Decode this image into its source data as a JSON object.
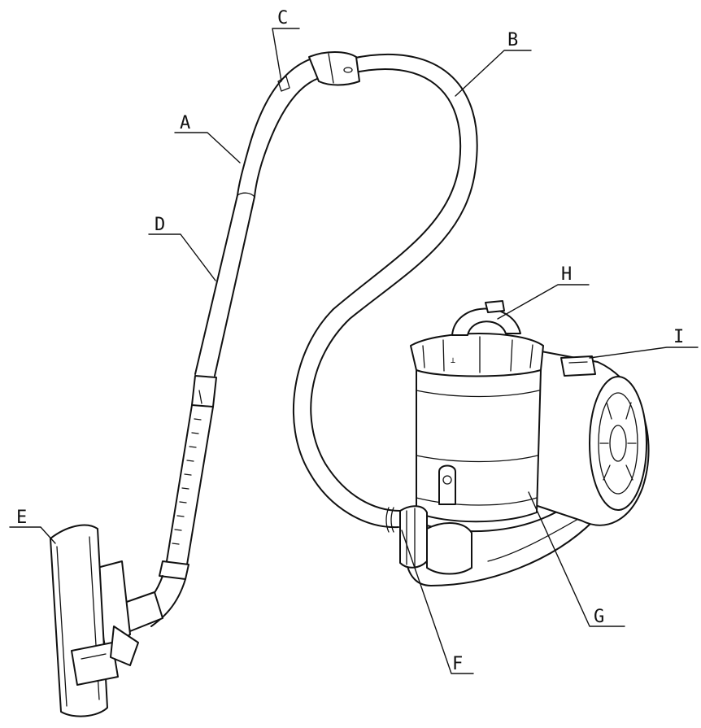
{
  "callouts": {
    "A": "A",
    "B": "B",
    "C": "C",
    "D": "D",
    "E": "E",
    "F": "F",
    "G": "G",
    "H": "H",
    "I": "I"
  },
  "marks": {
    "lock_symbol": "⊥",
    "level_symbol": "≡"
  },
  "colors": {
    "line": "#111111",
    "background": "#ffffff"
  }
}
